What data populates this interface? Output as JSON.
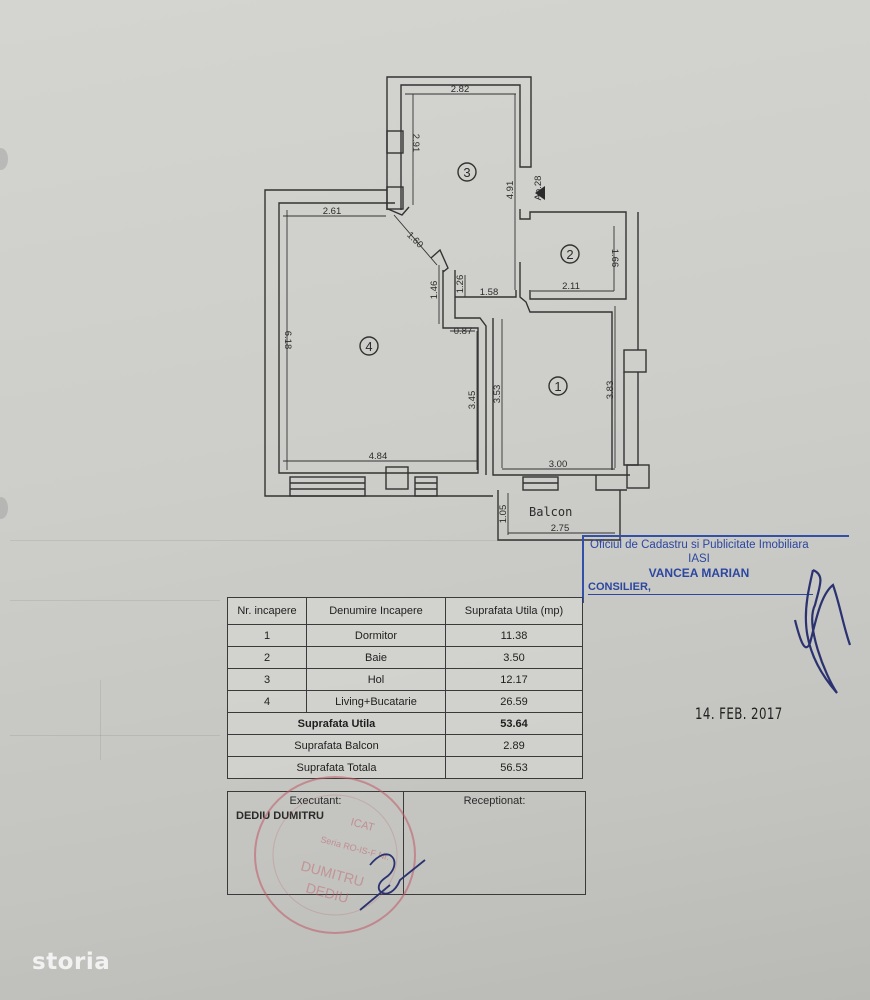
{
  "plan": {
    "rooms": [
      {
        "number": "1",
        "name": "Dormitor"
      },
      {
        "number": "2",
        "name": "Baie"
      },
      {
        "number": "3",
        "name": "Hol"
      },
      {
        "number": "4",
        "name": "Living+Bucatarie"
      }
    ],
    "balcony_label": "Balcon",
    "entrance_label": "Ap.28",
    "dimensions": {
      "hol_width": "2.82",
      "hol_left_height": "2.91",
      "hol_right_height": "4.91",
      "living_top": "2.61",
      "living_diagonal": "1.60",
      "living_step_left": "1.46",
      "hol_step": "1.26",
      "hol_bottom": "1.58",
      "living_notch": "0.87",
      "living_left_height": "6.18",
      "living_right_height": "3.45",
      "living_bottom": "4.84",
      "baie_height": "1.66",
      "baie_width": "2.11",
      "dormitor_left_height": "3.53",
      "dormitor_right_height": "3.83",
      "dormitor_bottom": "3.00",
      "balcon_height": "1.05",
      "balcon_width": "2.75"
    }
  },
  "table": {
    "headers": [
      "Nr. incapere",
      "Denumire Incapere",
      "Suprafata Utila (mp)"
    ],
    "rows": [
      {
        "nr": "1",
        "name": "Dormitor",
        "area": "11.38"
      },
      {
        "nr": "2",
        "name": "Baie",
        "area": "3.50"
      },
      {
        "nr": "3",
        "name": "Hol",
        "area": "12.17"
      },
      {
        "nr": "4",
        "name": "Living+Bucatarie",
        "area": "26.59"
      }
    ],
    "totals": [
      {
        "label": "Suprafata Utila",
        "value": "53.64",
        "bold": true
      },
      {
        "label": "Suprafata Balcon",
        "value": "2.89",
        "bold": false
      },
      {
        "label": "Suprafata Totala",
        "value": "56.53",
        "bold": false
      }
    ]
  },
  "signatures": {
    "executant_label": "Executant:",
    "executant_name": "DEDIU DUMITRU",
    "receptionat_label": "Receptionat:"
  },
  "ocpi_stamp": {
    "line1": "Oficiul de Cadastru si Publicitate Imobiliara",
    "line2": "IASI",
    "line3": "VANCEA MARIAN",
    "line4": "CONSILIER,"
  },
  "date_stamp": "14. FEB. 2017",
  "watermark": "storia",
  "colors": {
    "paper": "#cdcdc9",
    "ink": "#2b2b2b",
    "stamp_blue": "#2c47a0",
    "stamp_red": "#c0646a",
    "signature_blue": "#2a3270"
  }
}
